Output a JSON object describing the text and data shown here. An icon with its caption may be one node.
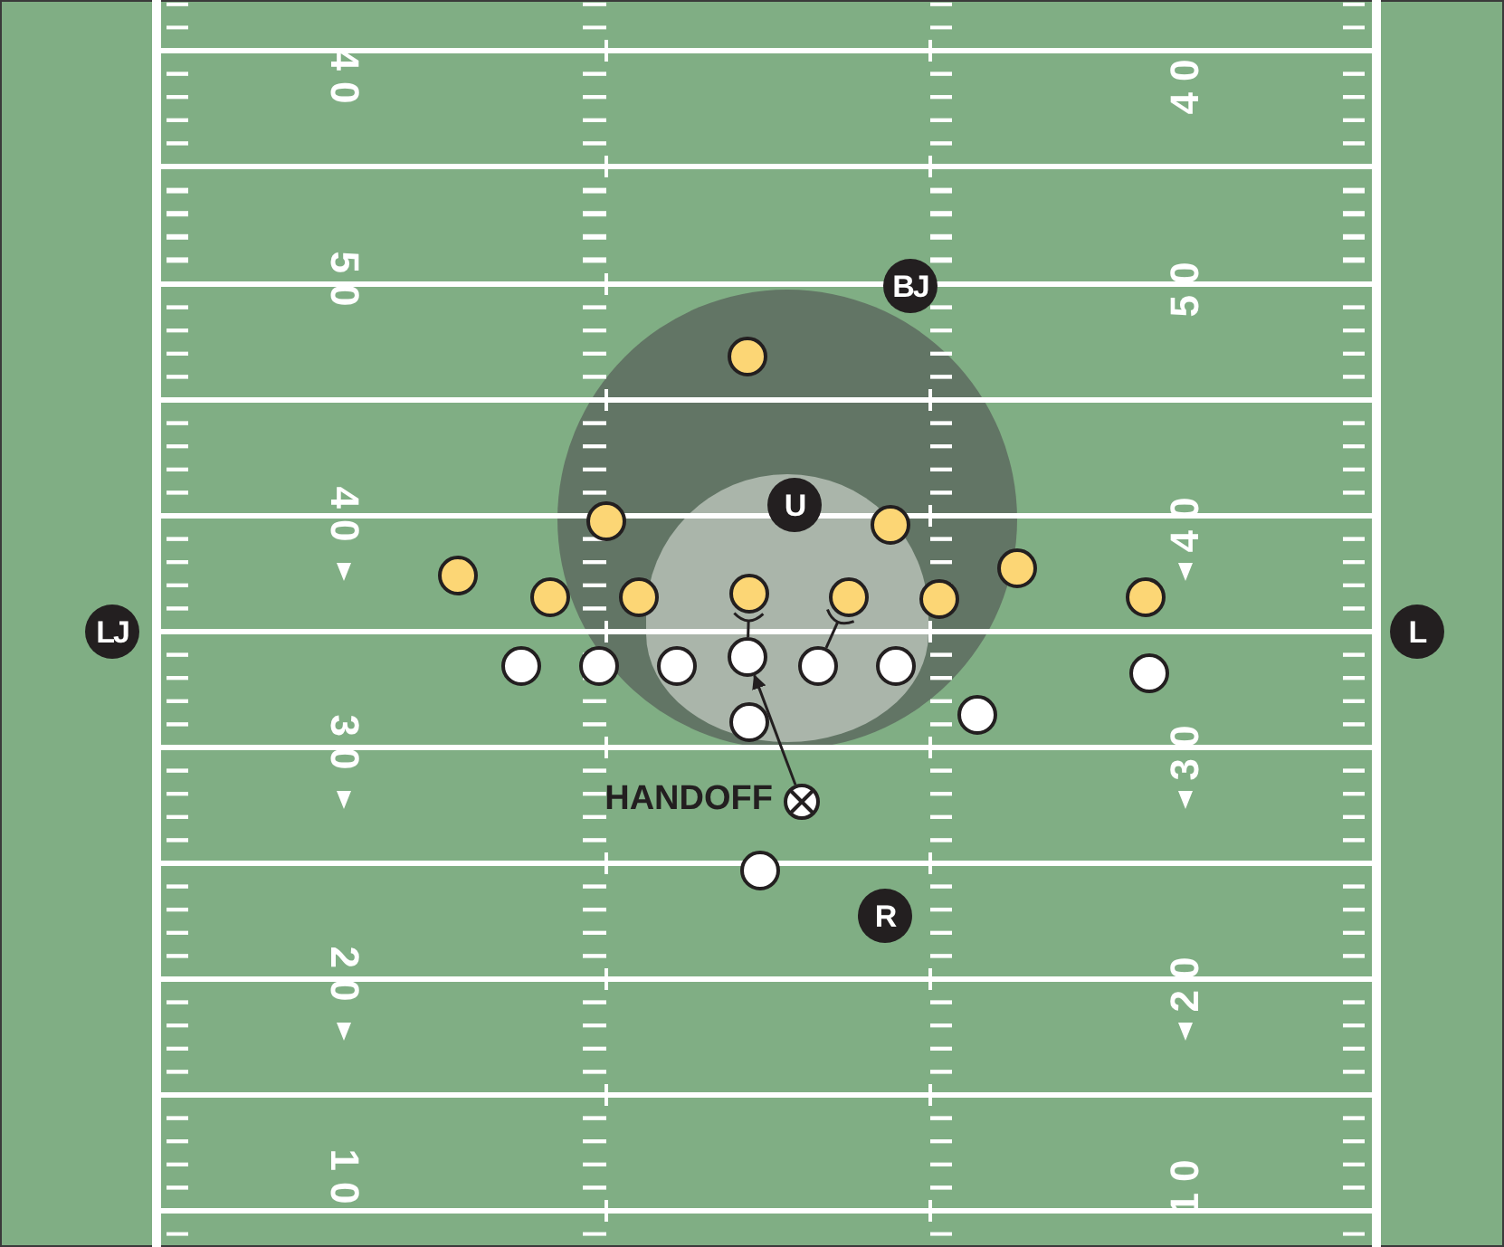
{
  "diagram": {
    "nodes": [
      {
        "text": [
          "BJ"
        ]
      },
      {
        "text": [],
        "shape": "circle"
      },
      {
        "text": [
          "U"
        ]
      },
      {
        "text": [],
        "shape": "circle"
      },
      {
        "text": [],
        "shape": "circle"
      },
      {
        "text": [],
        "shape": "circle"
      },
      {
        "text": [],
        "shape": "circle"
      },
      {
        "text": [],
        "shape": "circle"
      },
      {
        "text": [],
        "shape": "circle"
      },
      {
        "text": [],
        "shape": "circle"
      },
      {
        "text": [],
        "shape": "circle"
      },
      {
        "text": [],
        "shape": "circle"
      },
      {
        "text": [],
        "shape": "circle"
      },
      {
        "text": [
          "LJ"
        ]
      },
      {
        "text": [
          "L"
        ]
      },
      {
        "text": [],
        "shape": "circle"
      },
      {
        "text": [],
        "shape": "circle"
      },
      {
        "text": [],
        "shape": "circle"
      },
      {
        "text": [],
        "shape": "circle"
      },
      {
        "text": [],
        "shape": "circle"
      },
      {
        "text": [],
        "shape": "circle"
      },
      {
        "text": [],
        "shape": "circle"
      },
      {
        "text": [],
        "shape": "circle"
      },
      {
        "text": [],
        "shape": "circle"
      },
      {
        "text": [],
        "shape": "circle",
        "beside": [
          "HANDOFF"
        ]
      },
      {
        "text": [],
        "shape": "circle"
      },
      {
        "text": [
          "R"
        ]
      }
    ],
    "edges": [
      {
        "from": 24,
        "to": 18,
        "arrow": "to"
      },
      {
        "from": 18,
        "to": 9,
        "arrow": "other"
      },
      {
        "from": 19,
        "to": 10,
        "arrow": "other"
      }
    ],
    "labels": [
      "40",
      "40",
      "50",
      "50",
      "40",
      "40",
      "30",
      "30",
      "20",
      "20",
      "10",
      "10"
    ]
  }
}
